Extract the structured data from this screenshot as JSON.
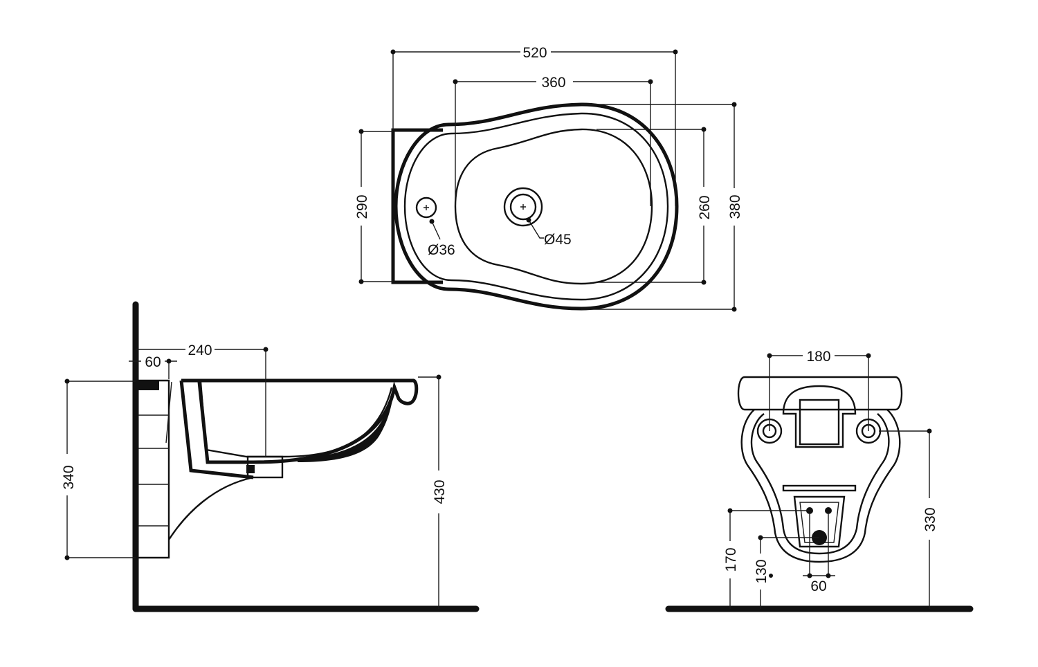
{
  "top_view": {
    "overall_width": "520",
    "bowl_width": "360",
    "depth_wall": "290",
    "bowl_depth": "260",
    "overall_depth": "380",
    "tap_hole": "Ø36",
    "drain_hole": "Ø45"
  },
  "side_view": {
    "projection": "240",
    "offset": "60",
    "bracket_height": "340",
    "rim_height": "430"
  },
  "front_view": {
    "fixing_spacing": "180",
    "fixing_height": "330",
    "supply_height": "170",
    "waste_height": "130",
    "supply_spacing": "60"
  }
}
